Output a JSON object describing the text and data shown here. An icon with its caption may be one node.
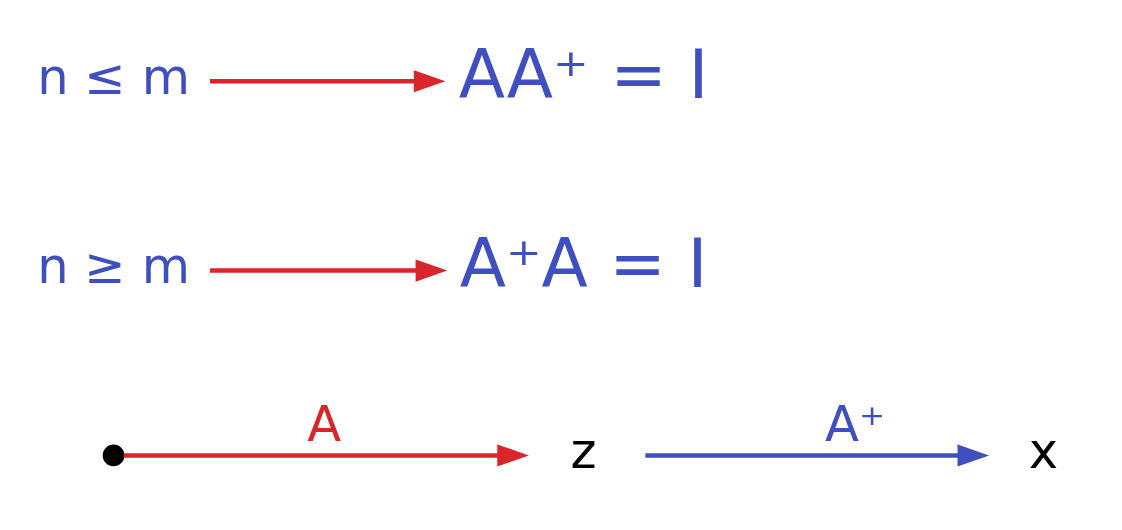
{
  "diagram": {
    "nodes": [
      {
        "text": [],
        "shape": "circle"
      },
      {
        "text": [
          "x"
        ]
      },
      {
        "text": [
          "z"
        ]
      },
      {
        "text": [
          "n ≥ m"
        ]
      },
      {
        "text": [
          "A⁺A = I"
        ]
      },
      {
        "text": [
          "n ≤ m"
        ]
      },
      {
        "text": [
          "AA⁺ = I"
        ]
      }
    ],
    "edges": [
      {
        "from": 0,
        "to": 2,
        "arrow": "to",
        "label": "A",
        "color": "#d9262b"
      },
      {
        "from": 2,
        "to": 1,
        "arrow": "to",
        "label": "A⁺",
        "color": "#3f4fbf"
      },
      {
        "from": 3,
        "to": 4,
        "arrow": "to",
        "color": "#d9262b"
      },
      {
        "from": 5,
        "to": 6,
        "arrow": "to",
        "color": "#d9262b"
      }
    ]
  }
}
